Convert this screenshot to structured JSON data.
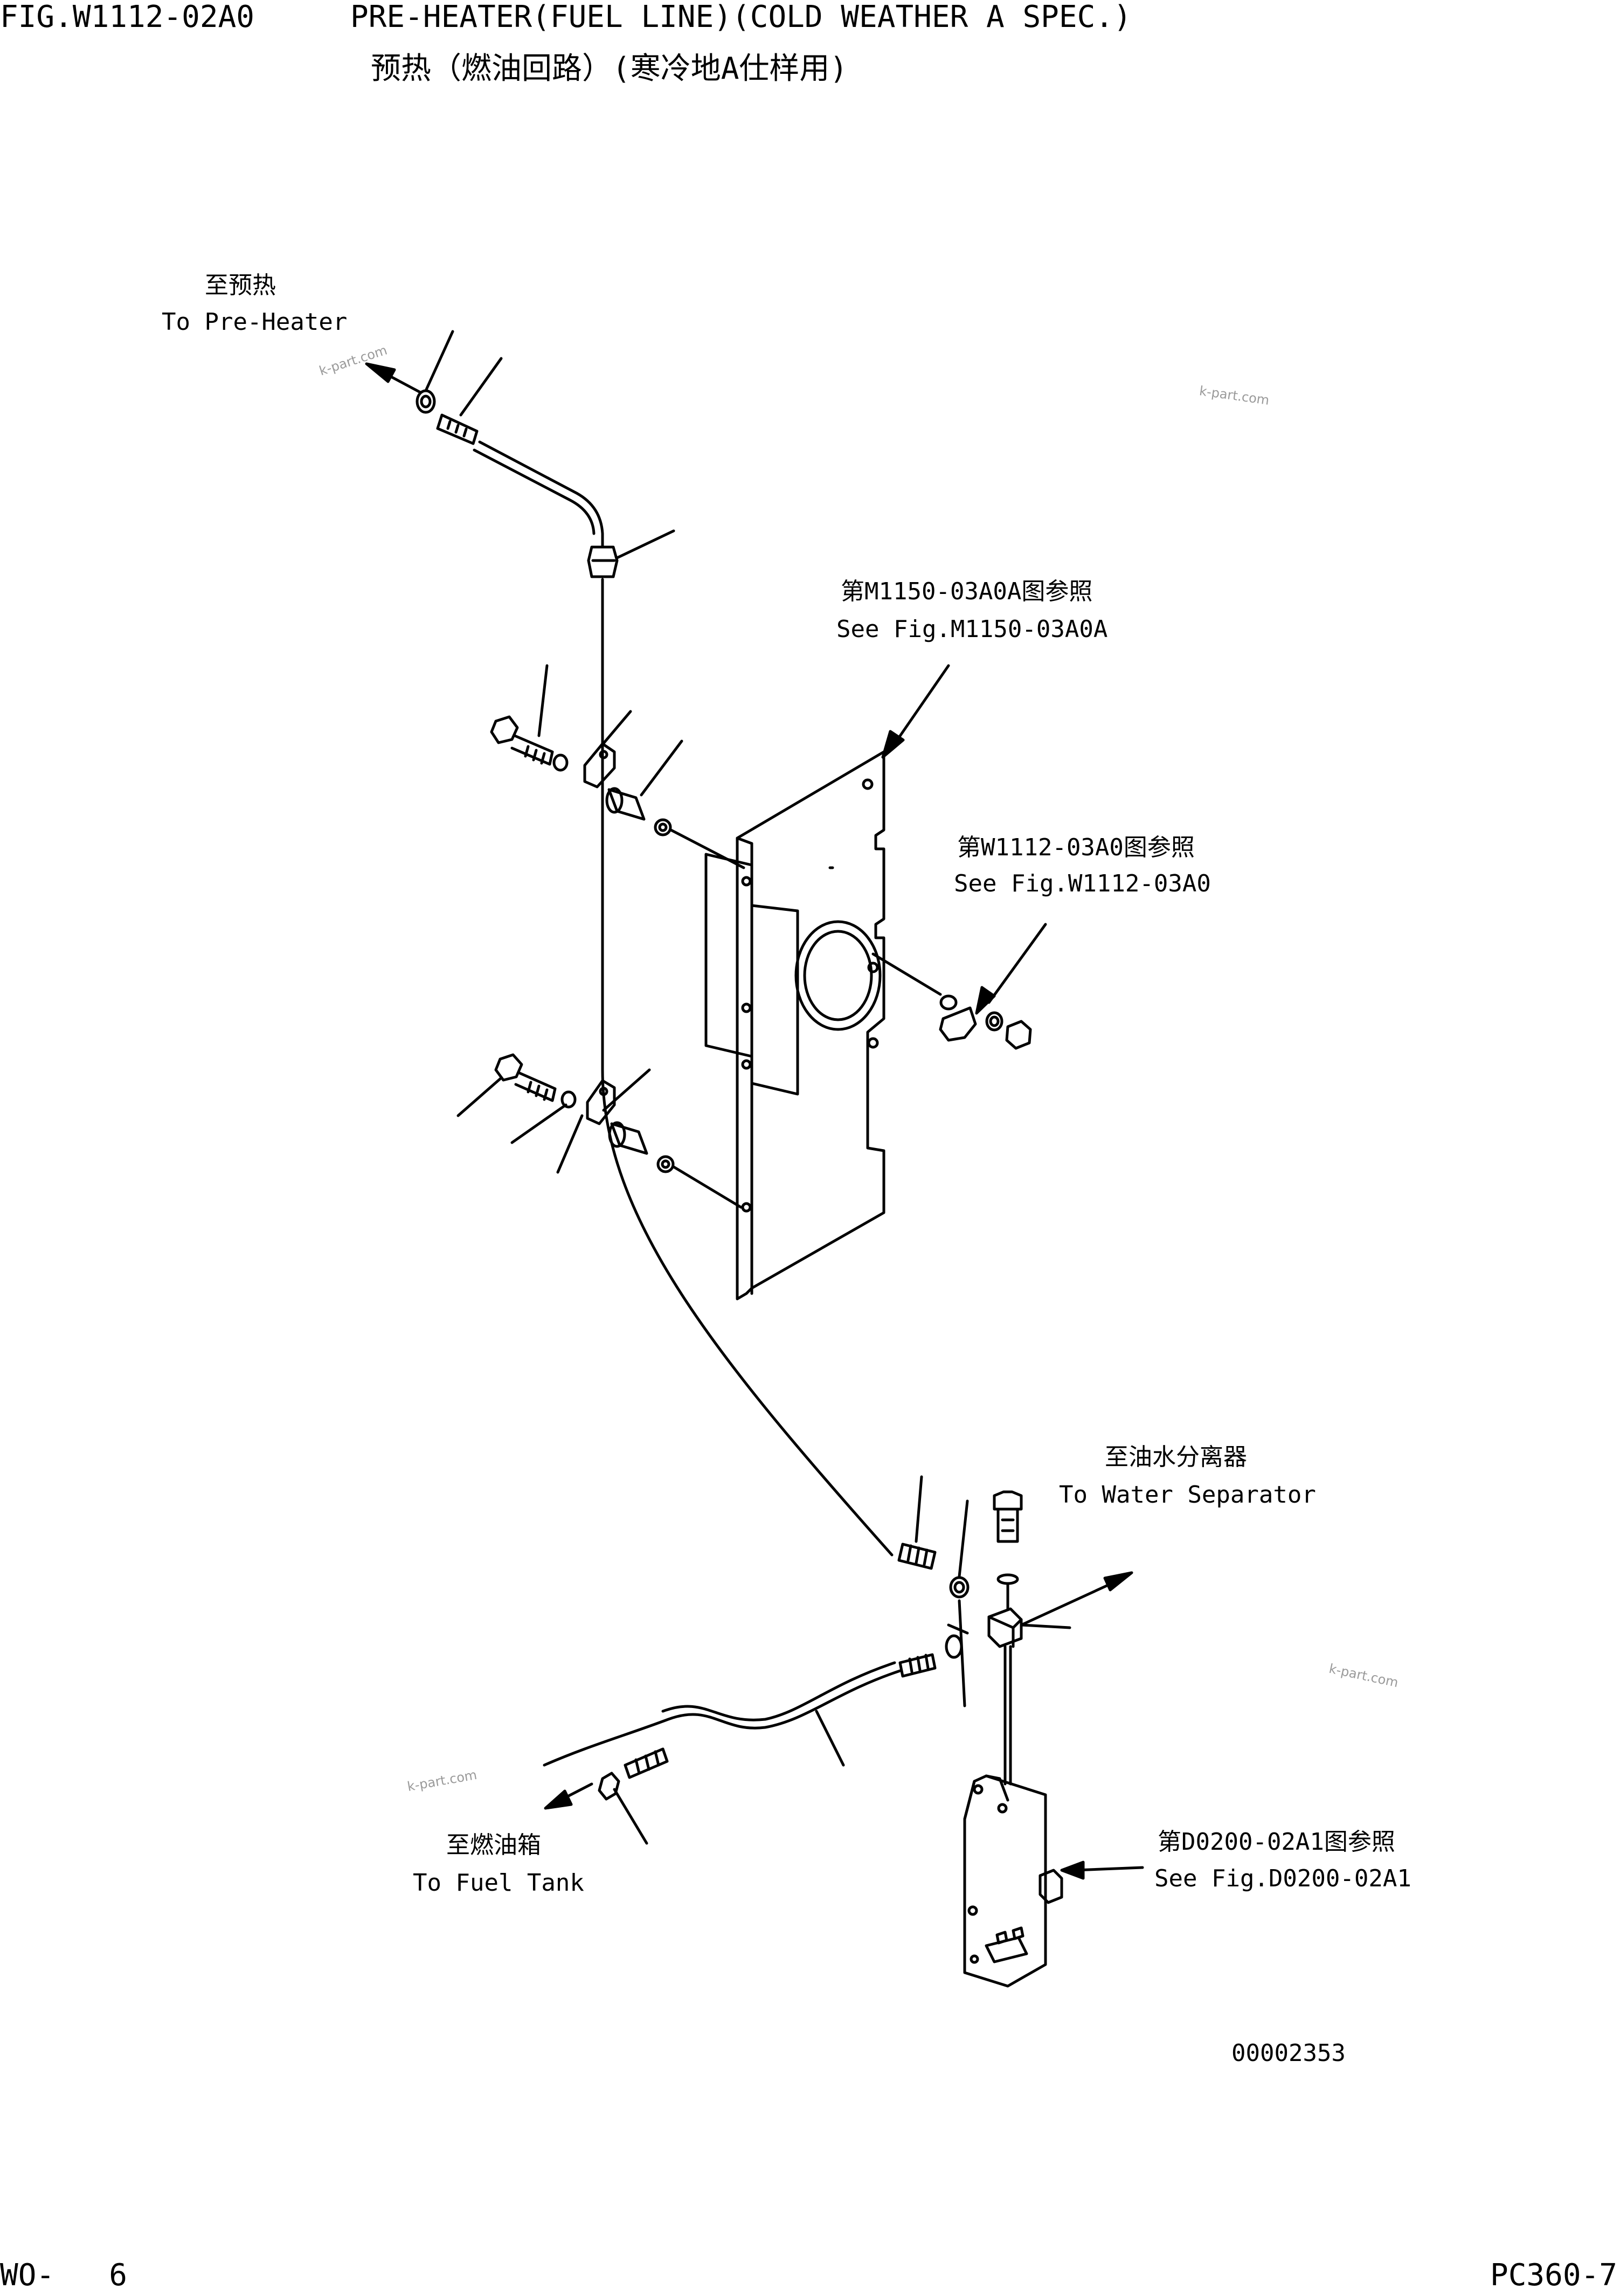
{
  "header": {
    "fig_no": "FIG.W1112-02A0",
    "title_en": "PRE-HEATER(FUEL LINE)(COLD WEATHER A SPEC.)",
    "title_cn": "预热（燃油回路）(寒冷地A仕样用)"
  },
  "callouts": {
    "pre_heater": {
      "cn": "至预热",
      "en": "To Pre-Heater"
    },
    "see_m1150": {
      "cn": "第M1150-03A0A图参照",
      "en": "See Fig.M1150-03A0A"
    },
    "see_w1112": {
      "cn": "第W1112-03A0图参照",
      "en": "See Fig.W1112-03A0"
    },
    "water_separator": {
      "cn": "至油水分离器",
      "en": "To Water Separator"
    },
    "fuel_tank": {
      "cn": "至燃油箱",
      "en": "To Fuel Tank"
    },
    "see_d0200": {
      "cn": "第D0200-02A1图参照",
      "en": "See Fig.D0200-02A1"
    }
  },
  "drawing_no": "00002353",
  "watermark": "k-part.com",
  "footer": {
    "page_ref": "WO-   6",
    "model": "PC360-7"
  }
}
